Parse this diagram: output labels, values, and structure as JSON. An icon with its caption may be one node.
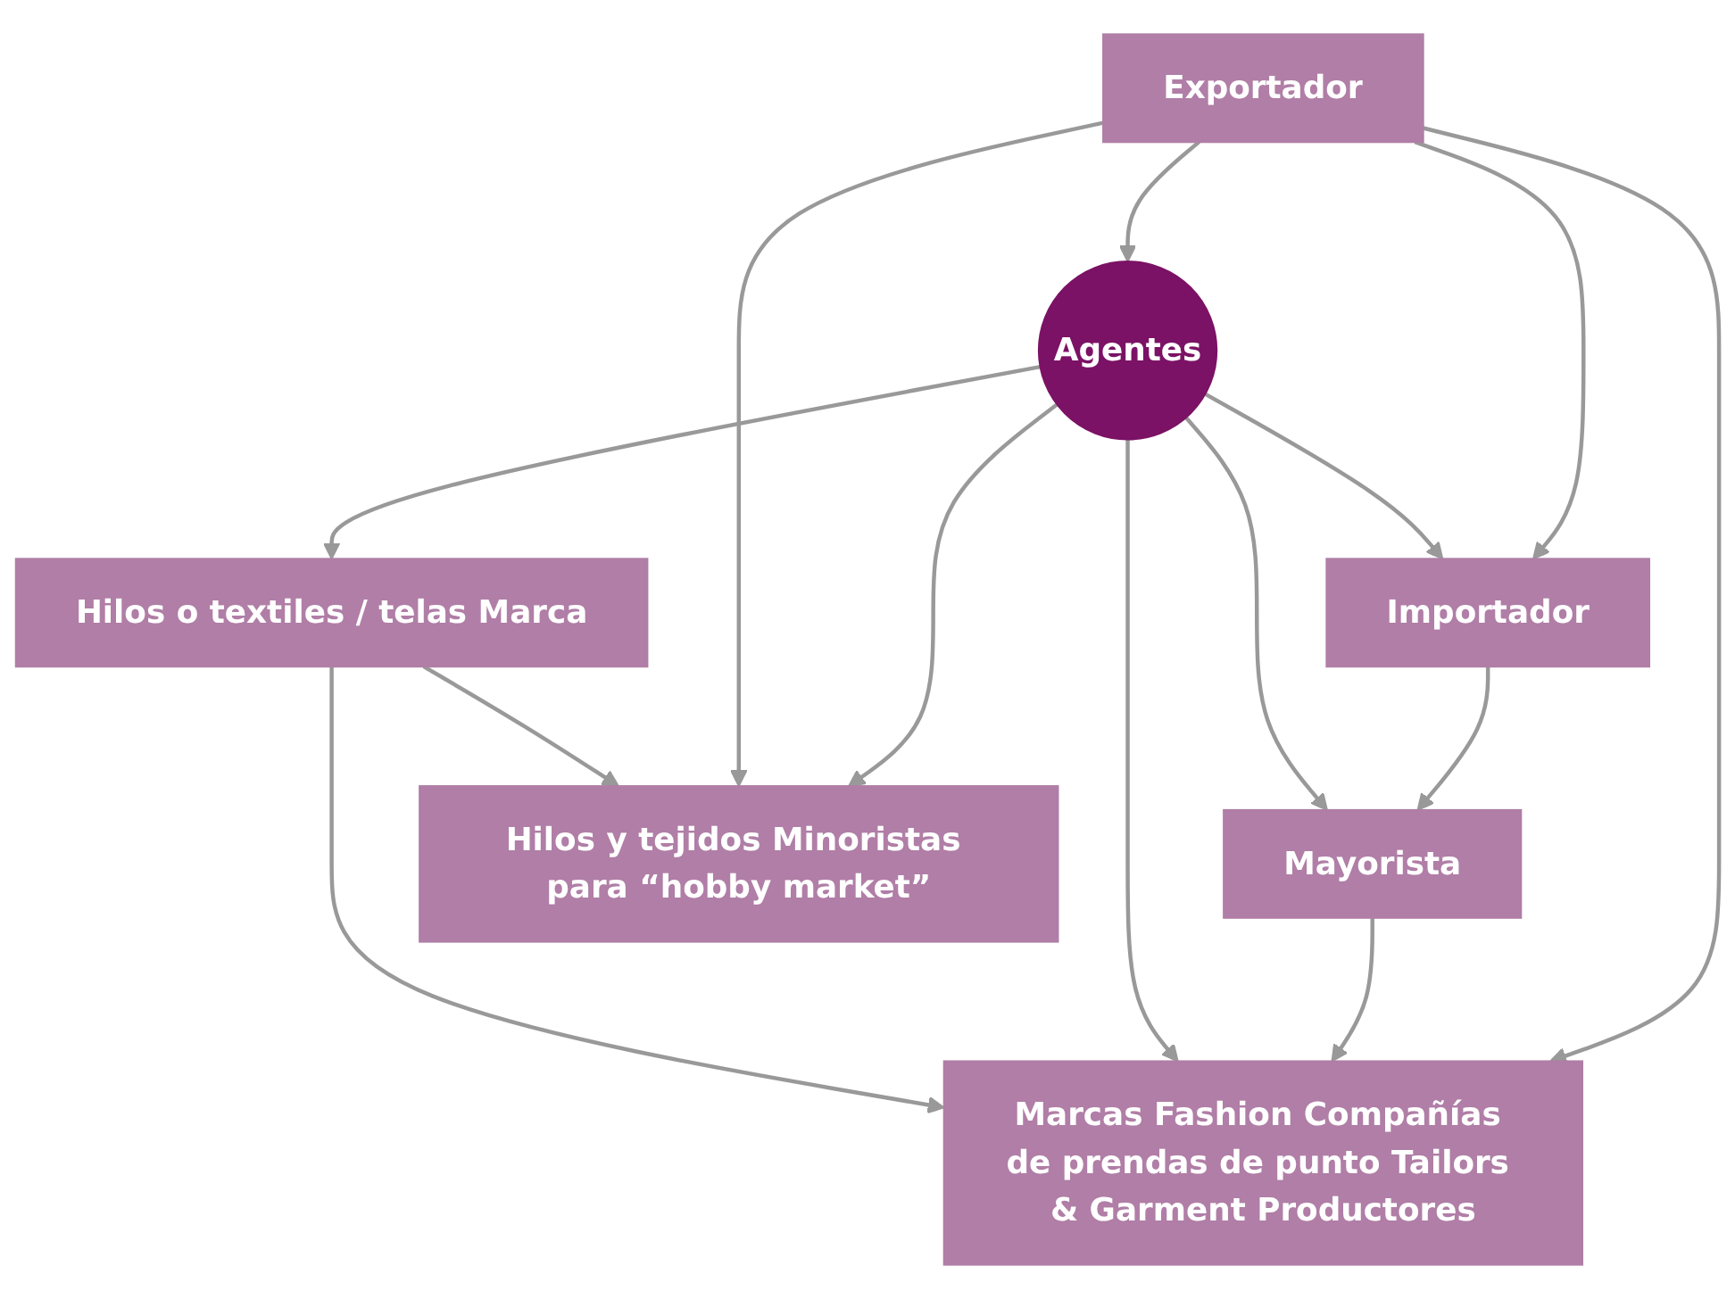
{
  "diagram": {
    "nodes": [
      {
        "text": [
          "Exportador"
        ]
      },
      {
        "text": [
          "Importador"
        ]
      },
      {
        "text": [
          "Mayorista"
        ]
      },
      {
        "text": [
          "Agentes"
        ]
      },
      {
        "text": [
          "Marcas Fashion Compañías de prendas de punto Tailors & Garment Productores"
        ]
      },
      {
        "text": [
          "Hilos o textiles / telas Marca"
        ]
      },
      {
        "text": [
          "Hilos y tejidos Minoristas para “hobby market”"
        ]
      }
    ],
    "edges": [
      {
        "from": 0,
        "to": 1,
        "arrow": "to"
      },
      {
        "from": 1,
        "to": 2,
        "arrow": "to"
      },
      {
        "from": 0,
        "to": 4,
        "arrow": "to"
      },
      {
        "from": 0,
        "to": 3,
        "arrow": "to"
      },
      {
        "from": 3,
        "to": 1,
        "arrow": "to"
      },
      {
        "from": 3,
        "to": 2,
        "arrow": "to"
      },
      {
        "from": 2,
        "to": 4,
        "arrow": "to"
      },
      {
        "from": 3,
        "to": 4,
        "arrow": "to"
      },
      {
        "from": 3,
        "to": 5,
        "arrow": "to"
      },
      {
        "from": 3,
        "to": 6,
        "arrow": "to"
      },
      {
        "from": 0,
        "to": 6,
        "arrow": "to"
      },
      {
        "from": 5,
        "to": 4,
        "arrow": "to"
      },
      {
        "from": 5,
        "to": 6,
        "arrow": "to"
      }
    ]
  }
}
